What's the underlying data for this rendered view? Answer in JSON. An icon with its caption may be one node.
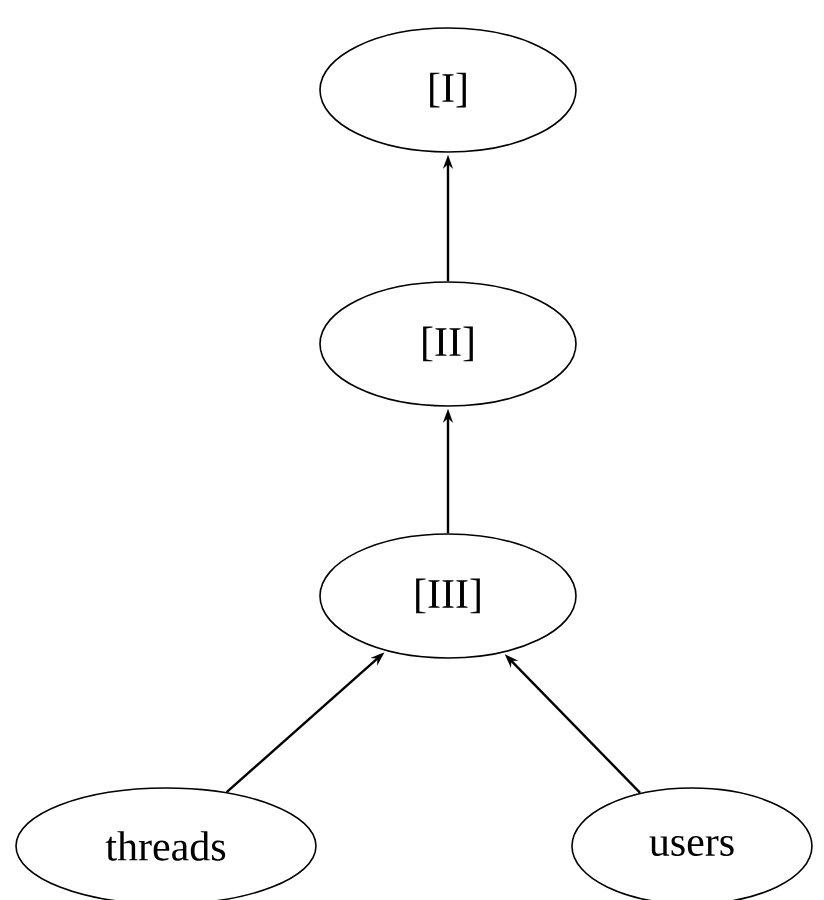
{
  "diagram": {
    "nodes": [
      {
        "text": [
          "[I]"
        ]
      },
      {
        "text": [
          "[II]"
        ]
      },
      {
        "text": [
          "[III]"
        ]
      },
      {
        "text": [
          "threads"
        ]
      },
      {
        "text": [
          "users"
        ]
      }
    ],
    "edges": [
      {
        "from": 1,
        "to": 0,
        "arrow": "to"
      },
      {
        "from": 2,
        "to": 1,
        "arrow": "to"
      },
      {
        "from": 3,
        "to": 2,
        "arrow": "to"
      },
      {
        "from": 4,
        "to": 2,
        "arrow": "to"
      }
    ]
  }
}
